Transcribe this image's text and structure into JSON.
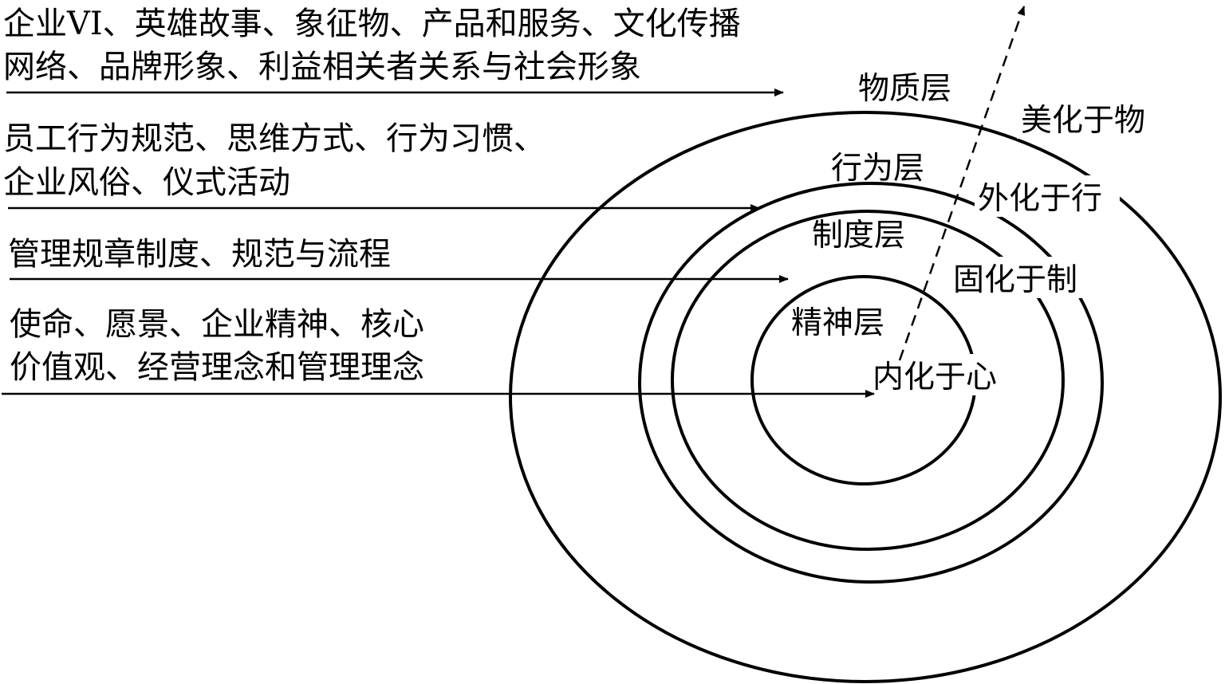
{
  "diagram": {
    "descriptions": {
      "material": {
        "line1": "企业VI、英雄故事、象征物、产品和服务、文化传播",
        "line2": "网络、品牌形象、利益相关者关系与社会形象"
      },
      "behavior": {
        "line1": "员工行为规范、思维方式、行为习惯、",
        "line2": "企业风俗、仪式活动"
      },
      "system": {
        "line1": "管理规章制度、规范与流程"
      },
      "spirit": {
        "line1": "使命、愿景、企业精神、核心",
        "line2": "价值观、经营理念和管理理念"
      }
    },
    "layers": {
      "material": "物质层",
      "behavior": "行为层",
      "system": "制度层",
      "spirit": "精神层"
    },
    "processes": {
      "beautify": "美化于物",
      "externalize": "外化于行",
      "solidify": "固化于制",
      "internalize": "内化于心"
    },
    "colors": {
      "stroke": "#000000",
      "background": "#ffffff"
    }
  }
}
